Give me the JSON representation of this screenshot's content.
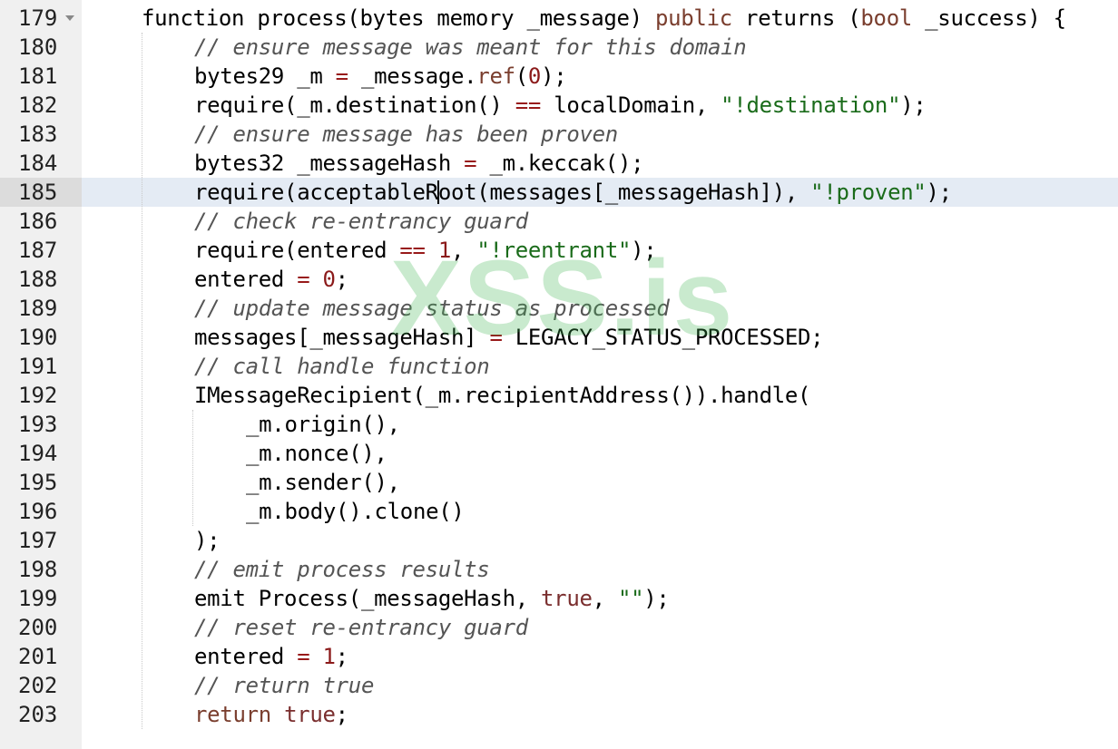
{
  "editor": {
    "active_line": "185",
    "watermark": "XSS.is",
    "lines": [
      {
        "number": "179",
        "indent": 1,
        "segments": [
          {
            "t": "function process(bytes memory _message) ",
            "c": "kw"
          },
          {
            "t": "public",
            "c": "type"
          },
          {
            "t": " returns (",
            "c": "kw"
          },
          {
            "t": "bool",
            "c": "type"
          },
          {
            "t": " _success) {",
            "c": "kw"
          }
        ]
      },
      {
        "number": "180",
        "indent": 2,
        "segments": [
          {
            "t": "// ensure message was meant for this domain",
            "c": "cmt"
          }
        ]
      },
      {
        "number": "181",
        "indent": 2,
        "segments": [
          {
            "t": "bytes29 _m ",
            "c": "kw"
          },
          {
            "t": "=",
            "c": "op"
          },
          {
            "t": " _message.",
            "c": "kw"
          },
          {
            "t": "ref",
            "c": "type"
          },
          {
            "t": "(",
            "c": "kw"
          },
          {
            "t": "0",
            "c": "num"
          },
          {
            "t": ");",
            "c": "kw"
          }
        ]
      },
      {
        "number": "182",
        "indent": 2,
        "segments": [
          {
            "t": "require(_m.destination() ",
            "c": "kw"
          },
          {
            "t": "==",
            "c": "op"
          },
          {
            "t": " localDomain, ",
            "c": "kw"
          },
          {
            "t": "\"!destination\"",
            "c": "str"
          },
          {
            "t": ");",
            "c": "kw"
          }
        ]
      },
      {
        "number": "183",
        "indent": 2,
        "segments": [
          {
            "t": "// ensure message has been proven",
            "c": "cmt"
          }
        ]
      },
      {
        "number": "184",
        "indent": 2,
        "segments": [
          {
            "t": "bytes32 _messageHash ",
            "c": "kw"
          },
          {
            "t": "=",
            "c": "op"
          },
          {
            "t": " _m.keccak();",
            "c": "kw"
          }
        ]
      },
      {
        "number": "185",
        "indent": 2,
        "cursor_after": "require(acceptableR",
        "segments": [
          {
            "t": "require(acceptableR",
            "c": "kw"
          },
          {
            "t": "oot(messages[_messageHash]), ",
            "c": "kw"
          },
          {
            "t": "\"!proven\"",
            "c": "str"
          },
          {
            "t": ");",
            "c": "kw"
          }
        ]
      },
      {
        "number": "186",
        "indent": 2,
        "segments": [
          {
            "t": "// check re-entrancy guard",
            "c": "cmt"
          }
        ]
      },
      {
        "number": "187",
        "indent": 2,
        "segments": [
          {
            "t": "require(entered ",
            "c": "kw"
          },
          {
            "t": "==",
            "c": "op"
          },
          {
            "t": " ",
            "c": "kw"
          },
          {
            "t": "1",
            "c": "num"
          },
          {
            "t": ", ",
            "c": "kw"
          },
          {
            "t": "\"!reentrant\"",
            "c": "str"
          },
          {
            "t": ");",
            "c": "kw"
          }
        ]
      },
      {
        "number": "188",
        "indent": 2,
        "segments": [
          {
            "t": "entered ",
            "c": "kw"
          },
          {
            "t": "=",
            "c": "op"
          },
          {
            "t": " ",
            "c": "kw"
          },
          {
            "t": "0",
            "c": "num"
          },
          {
            "t": ";",
            "c": "kw"
          }
        ]
      },
      {
        "number": "189",
        "indent": 2,
        "segments": [
          {
            "t": "// update message status as processed",
            "c": "cmt"
          }
        ]
      },
      {
        "number": "190",
        "indent": 2,
        "segments": [
          {
            "t": "messages[_messageHash] ",
            "c": "kw"
          },
          {
            "t": "=",
            "c": "op"
          },
          {
            "t": " LEGACY_STATUS_PROCESSED;",
            "c": "kw"
          }
        ]
      },
      {
        "number": "191",
        "indent": 2,
        "segments": [
          {
            "t": "// call handle function",
            "c": "cmt"
          }
        ]
      },
      {
        "number": "192",
        "indent": 2,
        "segments": [
          {
            "t": "IMessageRecipient(_m.recipientAddress()).handle(",
            "c": "kw"
          }
        ]
      },
      {
        "number": "193",
        "indent": 3,
        "segments": [
          {
            "t": "_m.origin(),",
            "c": "kw"
          }
        ]
      },
      {
        "number": "194",
        "indent": 3,
        "segments": [
          {
            "t": "_m.nonce(),",
            "c": "kw"
          }
        ]
      },
      {
        "number": "195",
        "indent": 3,
        "segments": [
          {
            "t": "_m.sender(),",
            "c": "kw"
          }
        ]
      },
      {
        "number": "196",
        "indent": 3,
        "segments": [
          {
            "t": "_m.body().clone()",
            "c": "kw"
          }
        ]
      },
      {
        "number": "197",
        "indent": 2,
        "segments": [
          {
            "t": ");",
            "c": "kw"
          }
        ]
      },
      {
        "number": "198",
        "indent": 2,
        "segments": [
          {
            "t": "// emit process results",
            "c": "cmt"
          }
        ]
      },
      {
        "number": "199",
        "indent": 2,
        "segments": [
          {
            "t": "emit Process(_messageHash, ",
            "c": "kw"
          },
          {
            "t": "true",
            "c": "bool"
          },
          {
            "t": ", ",
            "c": "kw"
          },
          {
            "t": "\"\"",
            "c": "str"
          },
          {
            "t": ");",
            "c": "kw"
          }
        ]
      },
      {
        "number": "200",
        "indent": 2,
        "segments": [
          {
            "t": "// reset re-entrancy guard",
            "c": "cmt"
          }
        ]
      },
      {
        "number": "201",
        "indent": 2,
        "segments": [
          {
            "t": "entered ",
            "c": "kw"
          },
          {
            "t": "=",
            "c": "op"
          },
          {
            "t": " ",
            "c": "kw"
          },
          {
            "t": "1",
            "c": "num"
          },
          {
            "t": ";",
            "c": "kw"
          }
        ]
      },
      {
        "number": "202",
        "indent": 2,
        "segments": [
          {
            "t": "// return true",
            "c": "cmt"
          }
        ]
      },
      {
        "number": "203",
        "indent": 2,
        "segments": [
          {
            "t": "return",
            "c": "ret"
          },
          {
            "t": " ",
            "c": "kw"
          },
          {
            "t": "true",
            "c": "bool"
          },
          {
            "t": ";",
            "c": "kw"
          }
        ]
      }
    ],
    "colors": {
      "gutter_bg": "#f0f0f0",
      "active_line_bg": "#e4ebf4",
      "string": "#1a6b1a",
      "number": "#8b1a1a",
      "keyword_type": "#7a3e2e",
      "comment": "#555555",
      "watermark": "#3cb450"
    }
  }
}
